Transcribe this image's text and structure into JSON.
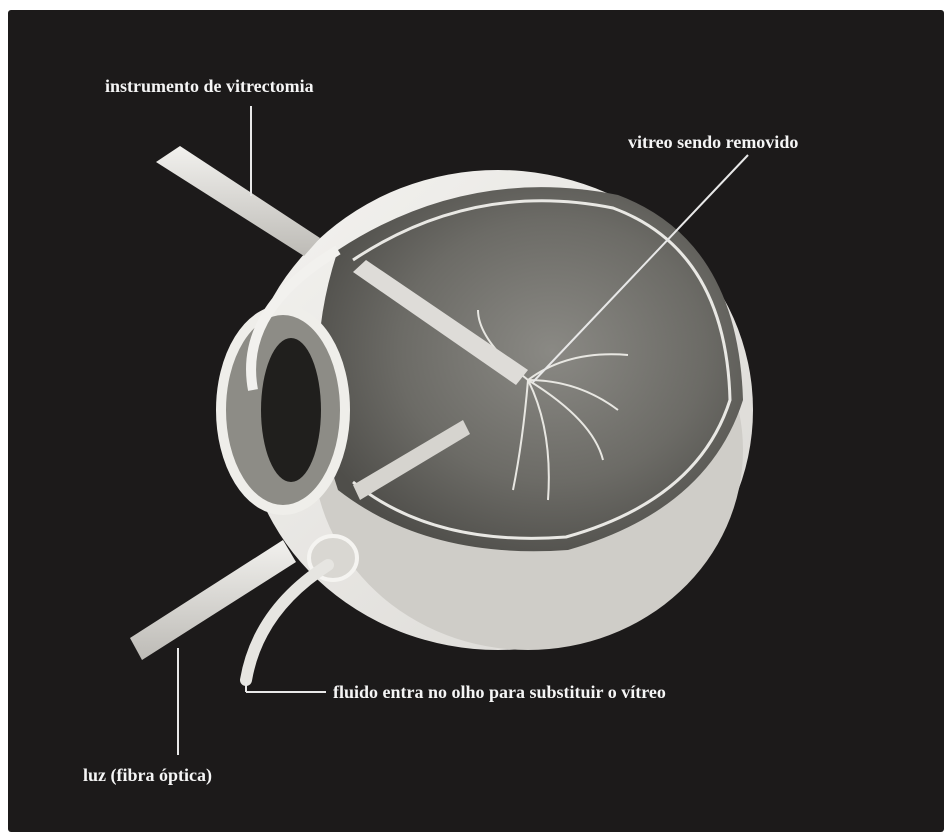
{
  "labels": {
    "vitrectomy_instrument": "instrumento de vitrectomia",
    "vitreous_removed": "vitreo sendo removido",
    "fluid_enters": "fluido entra no olho para substituir o vítreo",
    "light_fiber": "luz (fibra óptica)"
  },
  "colors": {
    "background": "#1c1a1a",
    "sclera": "#ecebe8",
    "vitreous_cavity": "#6e6d68",
    "label_text": "#f5f5f5"
  }
}
